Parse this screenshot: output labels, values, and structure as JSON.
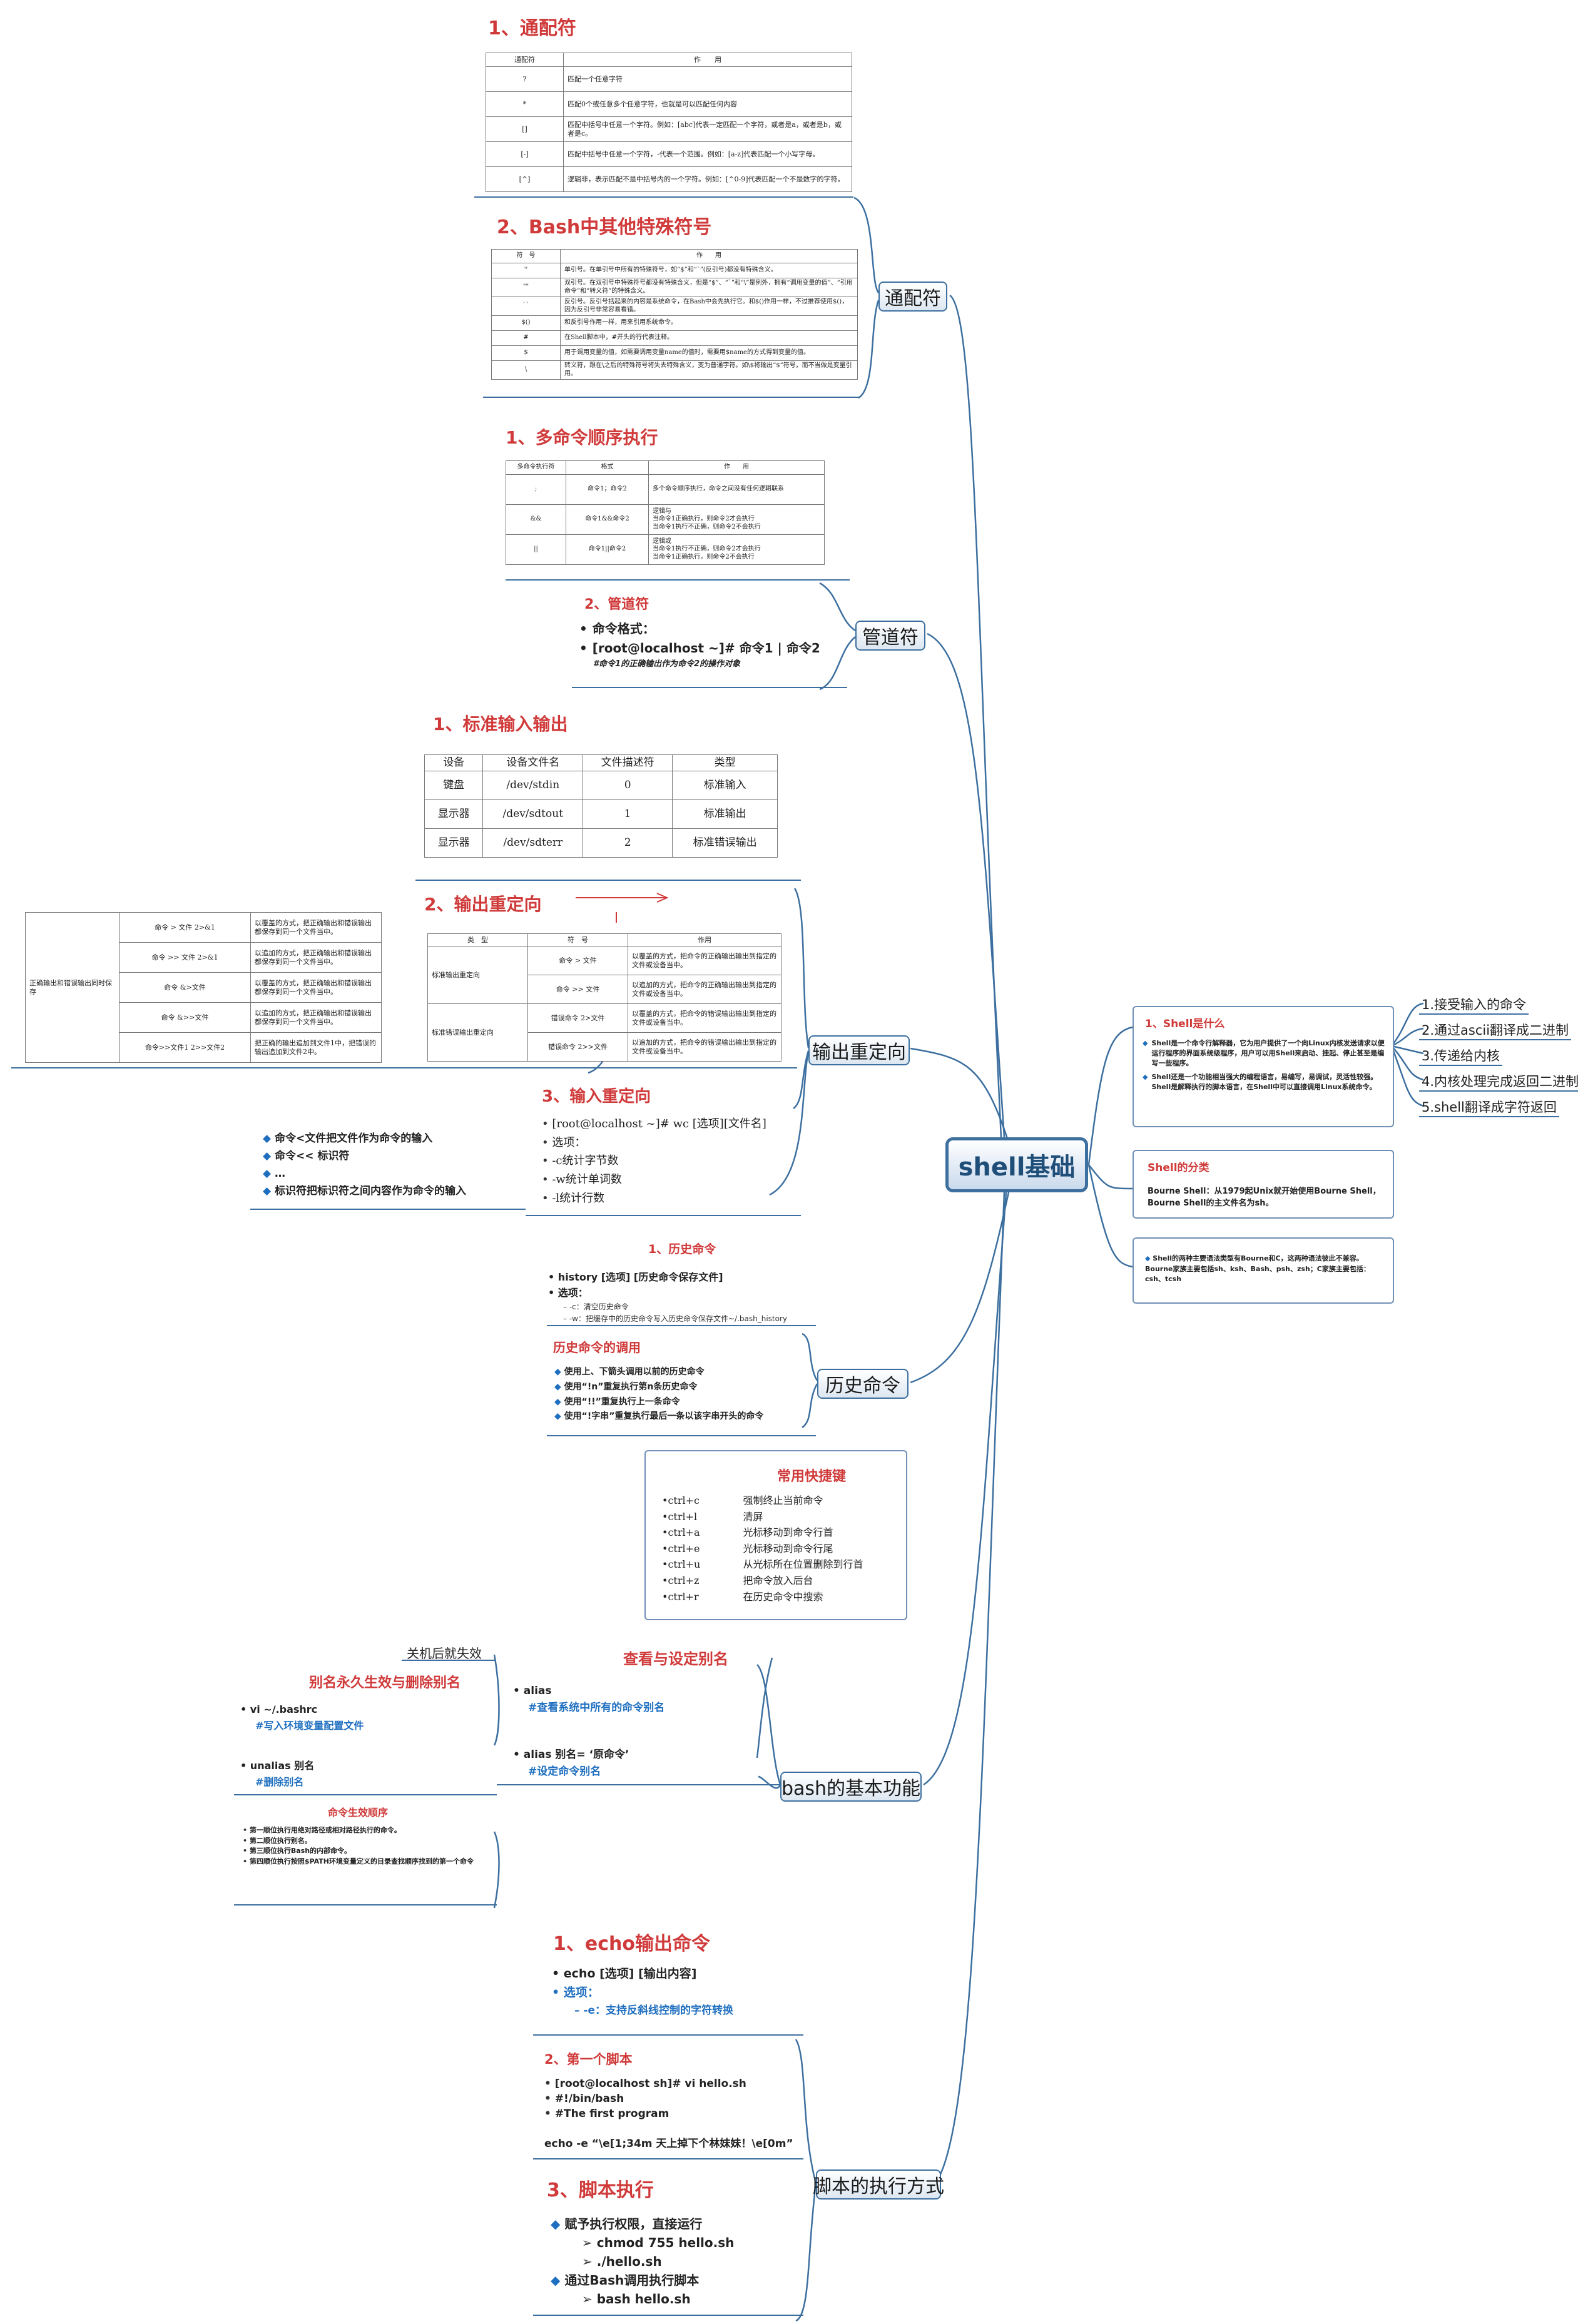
{
  "root": {
    "label": "shell基础"
  },
  "branches": {
    "wildcard": "通配符",
    "pipe": "管道符",
    "redirect": "输出重定向",
    "history": "历史命令",
    "bash": "bash的基本功能",
    "script": "脚本的执行方式"
  },
  "wildcard_section": {
    "title1": "1、通配符",
    "headers": [
      "通配符",
      "作　　用"
    ],
    "rows": [
      [
        "?",
        "匹配一个任意字符"
      ],
      [
        "*",
        "匹配0个或任意多个任意字符，也就是可以匹配任何内容"
      ],
      [
        "[]",
        "匹配中括号中任意一个字符。例如：[abc]代表一定匹配一个字符，或者是a，或者是b，或者是c。"
      ],
      [
        "[-]",
        "匹配中括号中任意一个字符，-代表一个范围。例如：[a-z]代表匹配一个小写字母。"
      ],
      [
        "[^]",
        "逻辑非，表示匹配不是中括号内的一个字符。例如：[^0-9]代表匹配一个不是数字的字符。"
      ]
    ],
    "title2": "2、Bash中其他特殊符号",
    "headers2": [
      "符　号",
      "作　　用"
    ],
    "rows2": [
      [
        "''",
        "单引号。在单引号中所有的特殊符号，如“$”和“`”(反引号)都没有特殊含义。"
      ],
      [
        "\"\"",
        "双引号。在双引号中特殊符号都没有特殊含义，但是“$”、“`”和“\\”是例外，拥有“调用变量的值”、“引用命令”和“转义符”的特殊含义。"
      ],
      [
        "``",
        "反引号。反引号括起来的内容是系统命令，在Bash中会先执行它。和$()作用一样，不过推荐使用$()，因为反引号非常容易看错。"
      ],
      [
        "$()",
        "和反引号作用一样，用来引用系统命令。"
      ],
      [
        "#",
        "在Shell脚本中，#开头的行代表注释。"
      ],
      [
        "$",
        "用于调用变量的值，如需要调用变量name的值时，需要用$name的方式得到变量的值。"
      ],
      [
        "\\",
        "转义符，跟在\\之后的特殊符号将失去特殊含义，变为普通字符。如\\$将输出“$”符号，而不当做是变量引用。"
      ]
    ]
  },
  "pipe_section": {
    "title1": "1、多命令顺序执行",
    "headers": [
      "多命令执行符",
      "格式",
      "作　　用"
    ],
    "rows": [
      [
        ";",
        "命令1；命令2",
        "多个命令顺序执行，命令之间没有任何逻辑联系"
      ],
      [
        "&&",
        "命令1&&命令2",
        "逻辑与\n当命令1正确执行，则命令2才会执行\n当命令1执行不正确，则命令2不会执行"
      ],
      [
        "||",
        "命令1||命令2",
        "逻辑或\n当命令1执行不正确，则命令2才会执行\n当命令1正确执行，则命令2不会执行"
      ]
    ],
    "title2": "2、管道符",
    "fmt_label": "命令格式：",
    "fmt": "[root@localhost ~]# 命令1  |  命令2",
    "note": "#命令1的正确输出作为命令2的操作对象"
  },
  "redirect_section": {
    "title1": "1、标准输入输出",
    "headers": [
      "设备",
      "设备文件名",
      "文件描述符",
      "类型"
    ],
    "rows": [
      [
        "键盘",
        "/dev/stdin",
        "0",
        "标准输入"
      ],
      [
        "显示器",
        "/dev/sdtout",
        "1",
        "标准输出"
      ],
      [
        "显示器",
        "/dev/sdterr",
        "2",
        "标准错误输出"
      ]
    ],
    "title2": "2、输出重定向",
    "headers2": [
      "类　型",
      "符　号",
      "作用"
    ],
    "type1": "标准输出重定向",
    "type2": "标准错误输出重定向",
    "rows2": [
      [
        "命令 > 文件",
        "以覆盖的方式，把命令的正确输出输出到指定的文件或设备当中。"
      ],
      [
        "命令 >> 文件",
        "以追加的方式，把命令的正确输出输出到指定的文件或设备当中。"
      ],
      [
        "错误命令 2>文件",
        "以覆盖的方式，把命令的错误输出输出到指定的文件或设备当中。"
      ],
      [
        "错误命令 2>>文件",
        "以追加的方式，把命令的错误输出输出到指定的文件或设备当中。"
      ]
    ],
    "left_type": "正确输出和错误输出同时保存",
    "left_rows": [
      [
        "命令 > 文件 2>&1",
        "以覆盖的方式，把正确输出和错误输出都保存到同一个文件当中。"
      ],
      [
        "命令 >> 文件 2>&1",
        "以追加的方式，把正确输出和错误输出都保存到同一个文件当中。"
      ],
      [
        "命令 &>文件",
        "以覆盖的方式，把正确输出和错误输出都保存到同一个文件当中。"
      ],
      [
        "命令 &>>文件",
        "以追加的方式，把正确输出和错误输出都保存到同一个文件当中。"
      ],
      [
        "命令>>文件1 2>>文件2",
        "把正确的输出追加到文件1中，把错误的输出追加到文件2中。"
      ]
    ],
    "title3": "3、输入重定向",
    "input_lines": [
      "[root@localhost ~]# wc [选项][文件名]",
      "选项：",
      "-c统计字节数",
      "-w统计单词数",
      "-l统计行数"
    ],
    "left_lines": [
      "命令<文件把文件作为命令的输入",
      "命令<< 标识符",
      "…",
      "标识符把标识符之间内容作为命令的输入"
    ]
  },
  "history_section": {
    "title1": "1、历史命令",
    "cmd": "history [选项] [历史命令保存文件]",
    "opt": "选项：",
    "opts": [
      "-c：清空历史命令",
      "-w：把缓存中的历史命令写入历史命令保存文件~/.bash_history"
    ],
    "title2": "历史命令的调用",
    "calls": [
      "使用上、下箭头调用以前的历史命令",
      "使用“!n”重复执行第n条历史命令",
      "使用“!!”重复执行上一条命令",
      "使用“!字串”重复执行最后一条以该字串开头的命令"
    ],
    "shortcut_title": "常用快捷键",
    "shortcuts": [
      [
        "ctrl+c",
        "强制终止当前命令"
      ],
      [
        "ctrl+l",
        "清屏"
      ],
      [
        "ctrl+a",
        "光标移动到命令行首"
      ],
      [
        "ctrl+e",
        "光标移动到命令行尾"
      ],
      [
        "ctrl+u",
        "从光标所在位置删除到行首"
      ],
      [
        "ctrl+z",
        "把命令放入后台"
      ],
      [
        "ctrl+r",
        "在历史命令中搜索"
      ]
    ]
  },
  "bash_section": {
    "title1": "查看与设定别名",
    "alias": "alias",
    "alias_note": "#查看系统中所有的命令别名",
    "alias_set": "alias  别名= ‘原命令’",
    "alias_set_note": "#设定命令别名",
    "reboot": "关机后就失效",
    "perm_title": "别名永久生效与删除别名",
    "vi": "vi  ~/.bashrc",
    "vi_note": "#写入环境变量配置文件",
    "unalias": "unalias 别名",
    "unalias_note": "#删除别名",
    "order_title": "命令生效顺序",
    "order": [
      "第一顺位执行用绝对路径或相对路径执行的命令。",
      "第二顺位执行别名。",
      "第三顺位执行Bash的内部命令。",
      "第四顺位执行按照$PATH环境变量定义的目录查找顺序找到的第一个命令"
    ]
  },
  "script_section": {
    "title1": "1、echo输出命令",
    "echo": "echo [选项] [输出内容]",
    "opt": "选项：",
    "opt_e": "-e：支持反斜线控制的字符转换",
    "title2": "2、第一个脚本",
    "lines": [
      "[root@localhost sh]# vi hello.sh",
      "#!/bin/bash",
      "#The first program"
    ],
    "echo_line": "echo -e  “\\e[1;34m 天上掉下个林妹妹！\\e[0m”",
    "title3": "3、脚本执行",
    "exec1": "赋予执行权限，直接运行",
    "exec1_items": [
      "chmod 755 hello.sh",
      "./hello.sh"
    ],
    "exec2": "通过Bash调用执行脚本",
    "exec2_items": [
      "bash hello.sh"
    ]
  },
  "right": {
    "what_title": "1、Shell是什么",
    "what_items": [
      "Shell是一个命令行解释器，它为用户提供了一个向Linux内核发送请求以便运行程序的界面系统级程序，用户可以用Shell来启动、挂起、停止甚至是编写一些程序。",
      "Shell还是一个功能相当强大的编程语言，易编写，易调试，灵活性较强。Shell是解释执行的脚本语言，在Shell中可以直接调用Linux系统命令。"
    ],
    "steps": [
      "1.接受输入的命令",
      "2.通过ascii翻译成二进制",
      "3.传递给内核",
      "4.内核处理完成返回二进制",
      "5.shell翻译成字符返回"
    ],
    "class_title": "Shell的分类",
    "class_text": "Bourne Shell：从1979起Unix就开始使用Bourne Shell，Bourne Shell的主文件名为sh。",
    "syntax": "Shell的两种主要语法类型有Bourne和C，这两种语法彼此不兼容。Bourne家族主要包括sh、ksh、Bash、psh、zsh；C家族主要包括：csh、tcsh"
  },
  "colors": {
    "accent": "#3c6f9f",
    "title_red": "#d03a3a",
    "comment_blue": "#1f6fc0"
  }
}
